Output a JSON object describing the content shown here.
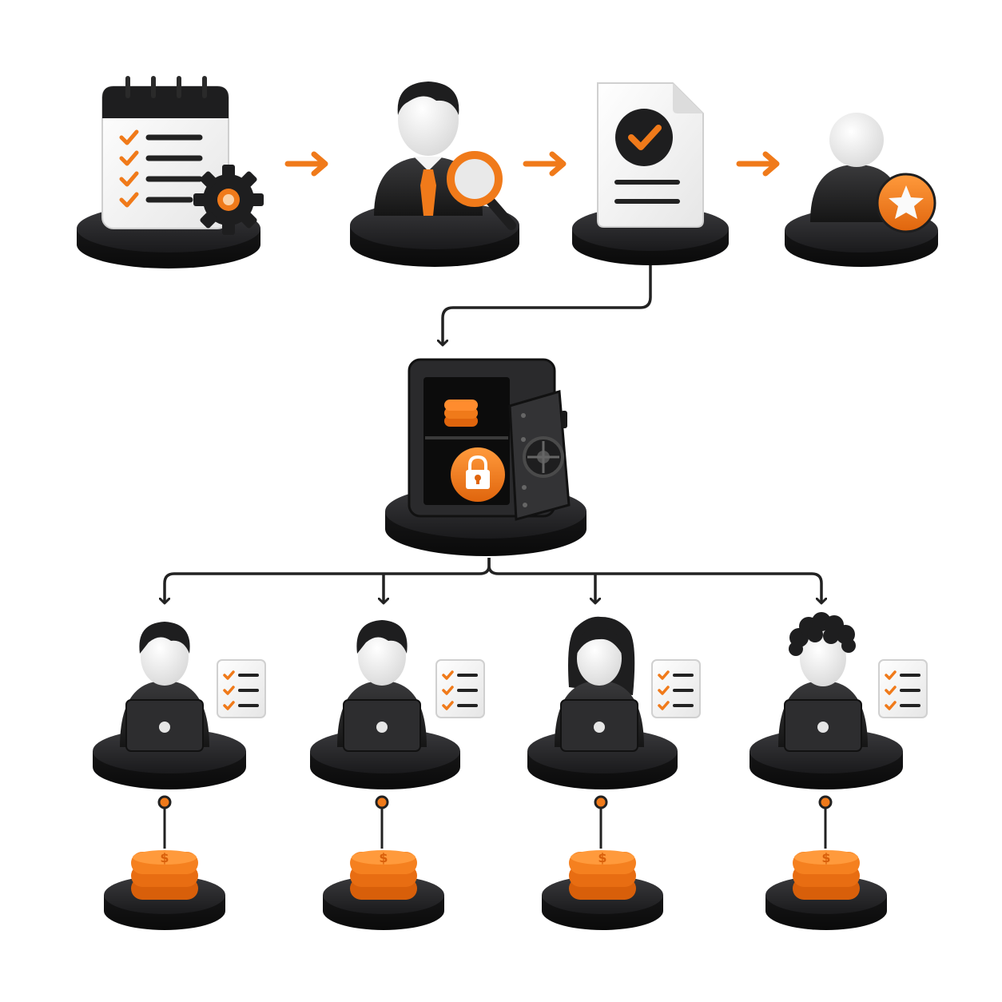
{
  "colors": {
    "accent": "#f07a1a",
    "dark": "#1c1c1e",
    "paper": "#f4f4f4",
    "face": "#efefef",
    "line": "#222222"
  },
  "icons": {
    "stage1": [
      "clipboard-checklist-icon",
      "gear-icon"
    ],
    "stage2": [
      "businessman-icon",
      "magnifier-icon"
    ],
    "stage3": [
      "approved-document-icon"
    ],
    "stage4": [
      "user-icon",
      "star-badge-icon"
    ],
    "vault": [
      "open-safe-icon",
      "coin-stack-icon",
      "padlock-icon"
    ],
    "workers": [
      "worker-laptop-icon",
      "checklist-card-icon"
    ],
    "payouts": [
      "coin-stack-icon",
      "dollar-icon"
    ]
  },
  "diagram": {
    "top_row": [
      {
        "id": "checklist",
        "icon": "clipboard-checklist-icon"
      },
      {
        "id": "reviewer",
        "icon": "businessman-icon"
      },
      {
        "id": "approval",
        "icon": "approved-document-icon"
      },
      {
        "id": "rated-user",
        "icon": "user-icon"
      }
    ],
    "hub": {
      "id": "vault",
      "icon": "open-safe-icon"
    },
    "workers": [
      {
        "id": "worker-1",
        "hair": "short"
      },
      {
        "id": "worker-2",
        "hair": "short"
      },
      {
        "id": "worker-3",
        "hair": "long"
      },
      {
        "id": "worker-4",
        "hair": "curly"
      }
    ],
    "payouts": 4
  }
}
